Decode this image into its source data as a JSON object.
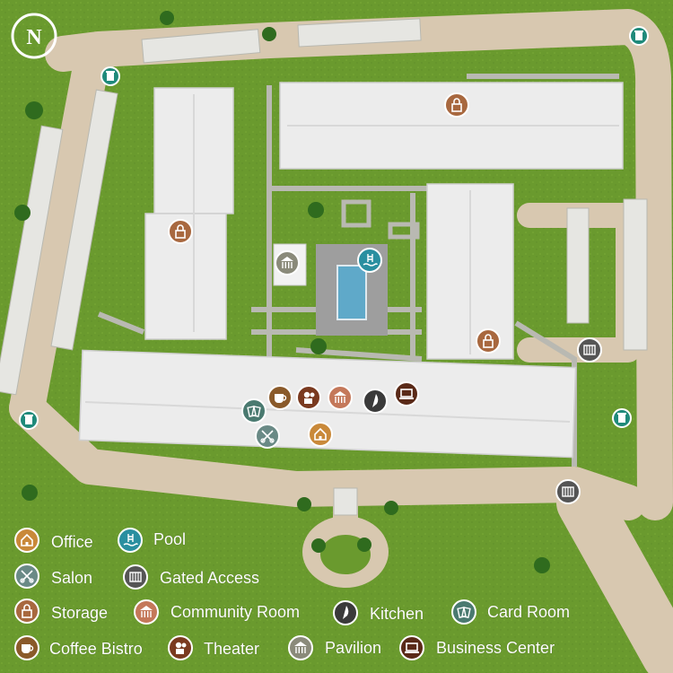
{
  "map": {
    "compass_letter": "N",
    "colors": {
      "grass": "#6a9a2e",
      "road": "#d8c8b0",
      "roof": "#ececec",
      "office": "#c9893a",
      "pool": "#2a8fa0",
      "salon": "#6a8a86",
      "gated_access": "#555555",
      "storage": "#a8683f",
      "community_room": "#c4785a",
      "kitchen": "#3a3a3a",
      "card_room": "#4a7a70",
      "coffee_bistro": "#8a5a2a",
      "theater": "#7a3a20",
      "pavilion": "#8a8a7a",
      "business_center": "#5a2a18",
      "trash": "#1f8a7a"
    }
  },
  "legend": {
    "office": "Office",
    "pool": "Pool",
    "salon": "Salon",
    "gated_access": "Gated Access",
    "storage": "Storage",
    "community_room": "Community Room",
    "kitchen": "Kitchen",
    "card_room": "Card Room",
    "coffee_bistro": "Coffee Bistro",
    "theater": "Theater",
    "pavilion": "Pavilion",
    "business_center": "Business Center"
  }
}
